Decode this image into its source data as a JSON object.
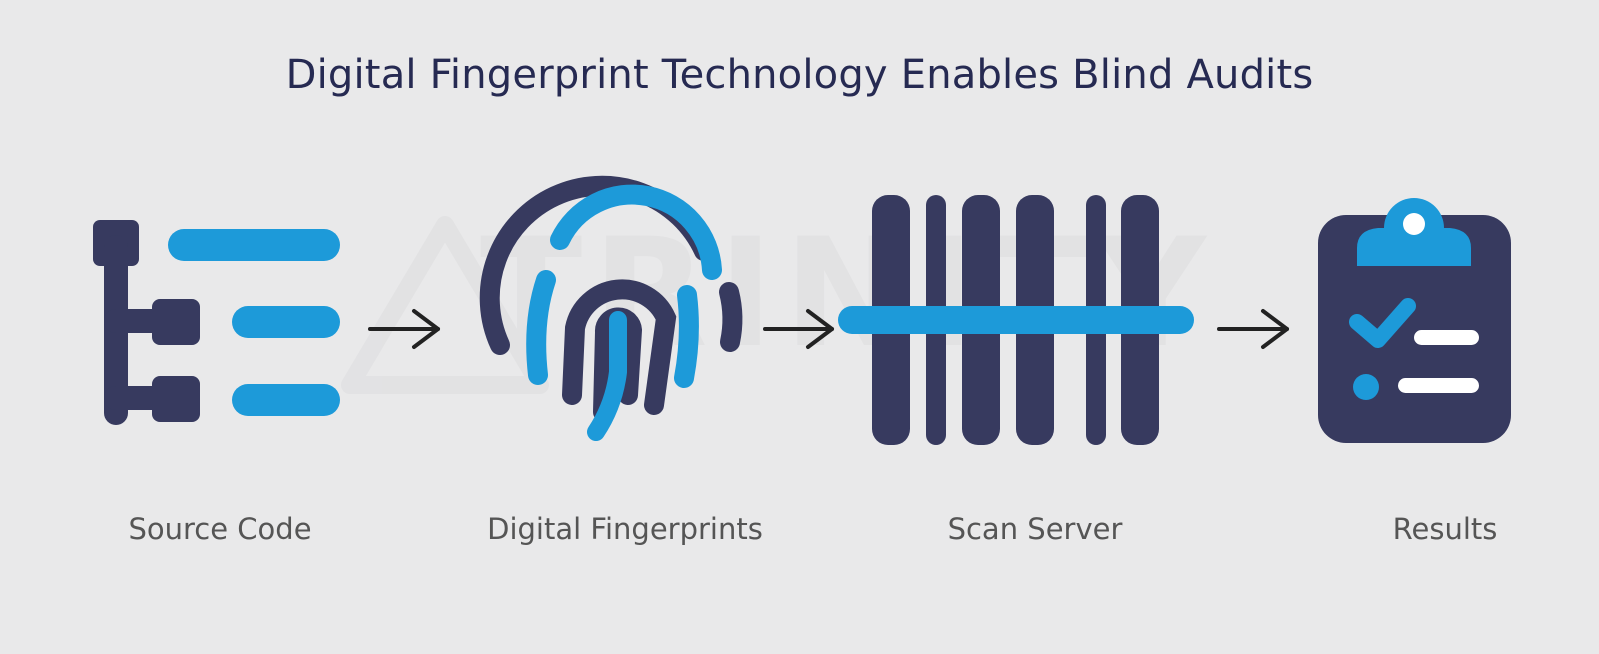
{
  "title": "Digital Fingerprint Technology Enables Blind Audits",
  "steps": [
    {
      "label": "Source Code",
      "icon": "tree-list-icon"
    },
    {
      "label": "Digital Fingerprints",
      "icon": "fingerprint-icon"
    },
    {
      "label": "Scan Server",
      "icon": "barcode-scan-icon"
    },
    {
      "label": "Results",
      "icon": "clipboard-check-icon"
    }
  ],
  "watermark": "TRINITY",
  "colors": {
    "background": "#e9e9ea",
    "navy": "#373a5f",
    "blue": "#1d9ad9",
    "title": "#262a52",
    "label": "#555555",
    "arrow": "#222222"
  }
}
